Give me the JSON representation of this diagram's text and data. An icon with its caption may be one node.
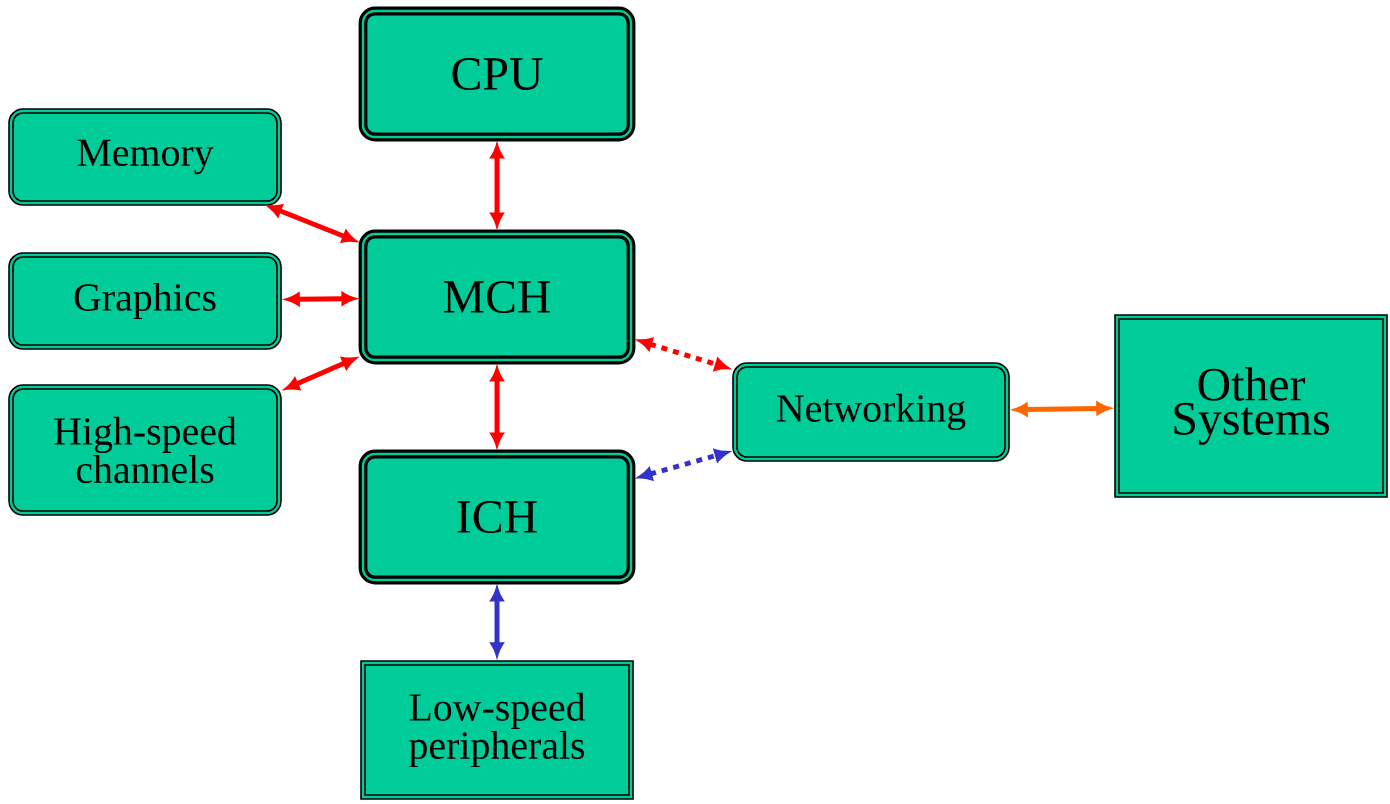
{
  "diagram": {
    "nodes": [
      {
        "text": [
          "CPU"
        ]
      },
      {
        "text": [
          "Memory"
        ]
      },
      {
        "text": [
          "Graphics"
        ]
      },
      {
        "text": [
          "High-speed channels"
        ]
      },
      {
        "text": [
          "MCH"
        ]
      },
      {
        "text": [
          "ICH"
        ]
      },
      {
        "text": [
          "Networking"
        ]
      },
      {
        "text": [
          "Other Systems"
        ]
      },
      {
        "text": [
          "Low-speed peripherals"
        ]
      }
    ],
    "edges": [
      {
        "from": 0,
        "to": 4,
        "arrow": "both"
      },
      {
        "from": 1,
        "to": 4,
        "arrow": "both"
      },
      {
        "from": 2,
        "to": 4,
        "arrow": "both"
      },
      {
        "from": 3,
        "to": 4,
        "arrow": "both"
      },
      {
        "from": 4,
        "to": 5,
        "arrow": "both"
      },
      {
        "from": 4,
        "to": 6,
        "arrow": "both",
        "style": "dashed"
      },
      {
        "from": 5,
        "to": 6,
        "arrow": "both",
        "style": "dashed",
        "color": "#3333cc"
      },
      {
        "from": 6,
        "to": 7,
        "arrow": "both",
        "color": "#ff6600"
      },
      {
        "from": 5,
        "to": 8,
        "arrow": "both",
        "color": "#3333cc"
      }
    ]
  }
}
